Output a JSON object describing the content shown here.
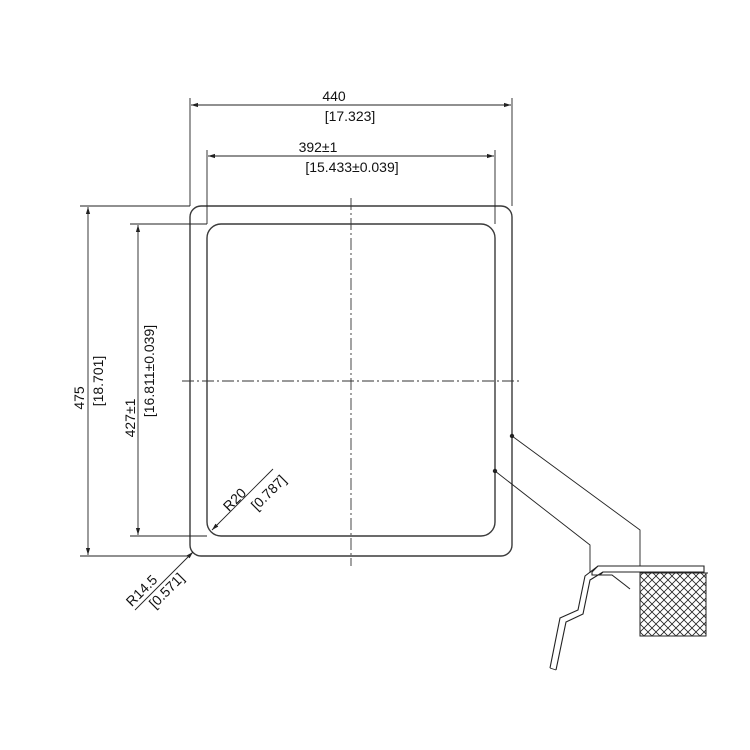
{
  "drawing": {
    "outer_width": {
      "value": "440",
      "inch": "[17.323]"
    },
    "inner_width": {
      "value": "392±1",
      "inch": "[15.433±0.039]"
    },
    "outer_height": {
      "value": "475",
      "inch": "[18.701]"
    },
    "inner_height": {
      "value": "427±1",
      "inch": "[16.811±0.039]"
    },
    "inner_radius": {
      "value": "R20",
      "inch": "[0.787]"
    },
    "outer_radius": {
      "value": "R14.5",
      "inch": "[0.571]"
    }
  },
  "colors": {
    "line": "#222222",
    "text": "#111111",
    "background": "#ffffff"
  }
}
